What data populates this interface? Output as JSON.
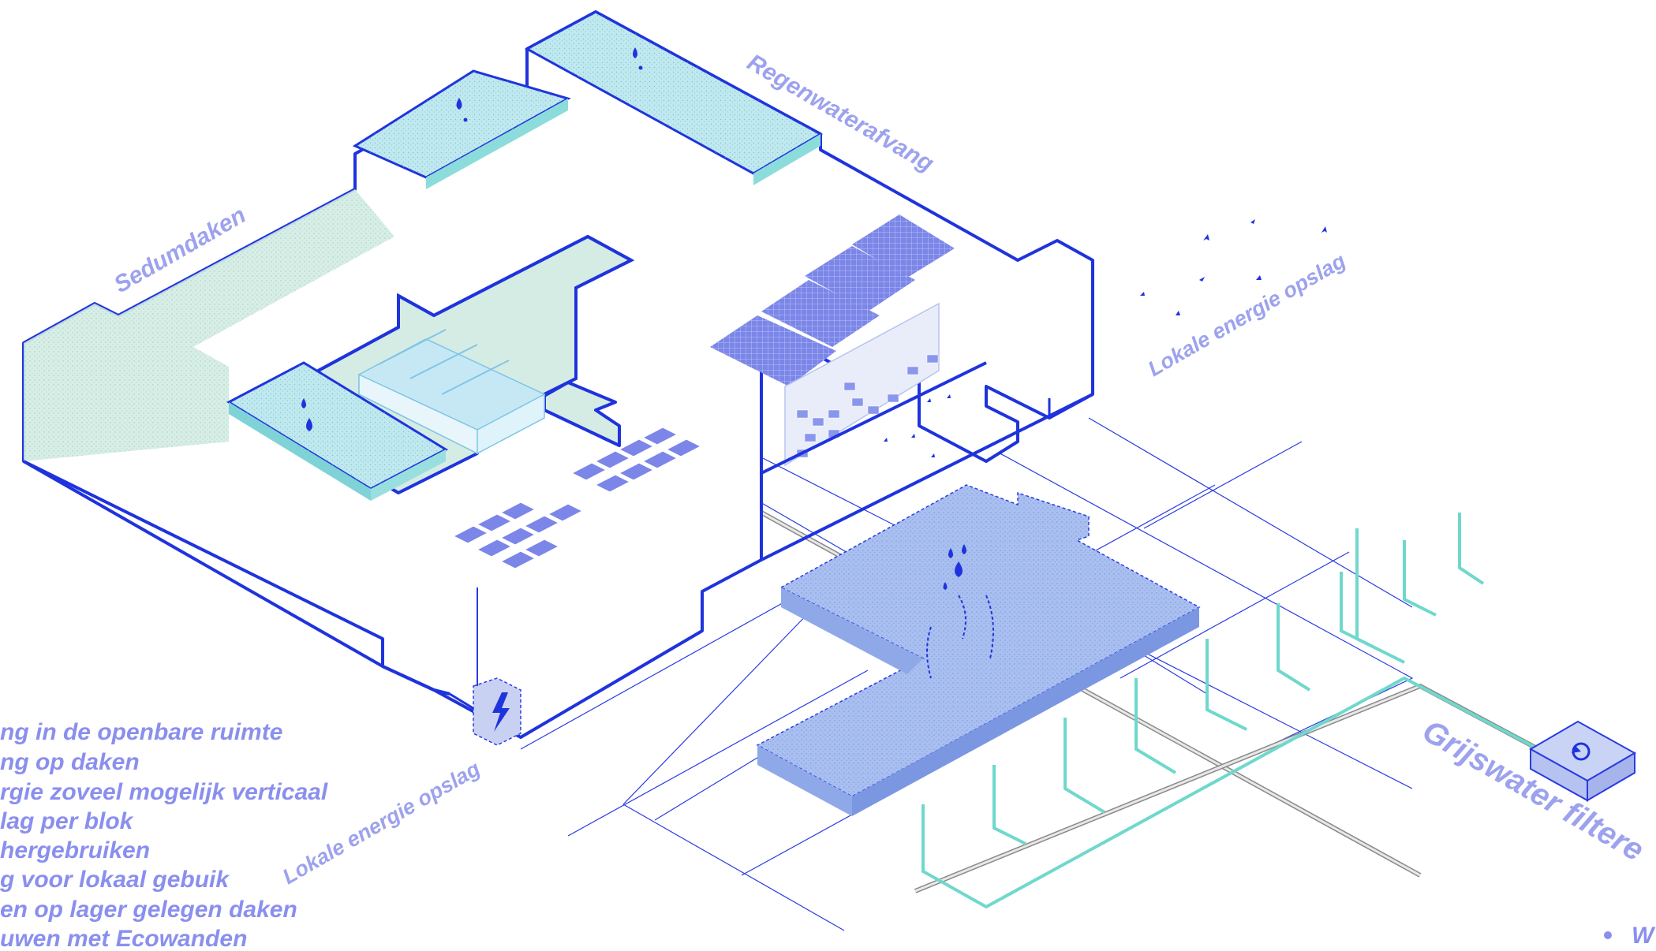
{
  "labels": {
    "regenwater": "Regenwaterafvang",
    "sedum": "Sedumdaken",
    "energy_right": "Lokale energie opslag",
    "energy_left": "Lokale energie opslag",
    "grijswater": "Grijswater filtere"
  },
  "list_items": [
    "ng in de openbare ruimte",
    "ng op daken",
    "rgie zoveel mogelijk verticaal",
    "lag per blok",
    "hergebruiken",
    "g voor lokaal gebuik",
    "en op lager gelegen daken",
    "uwen met Ecowanden"
  ],
  "bottom_right_item": "W",
  "colors": {
    "outline": "#1f33dd",
    "water_roof": "#bfe9ef",
    "sedum": "#cfe9e2",
    "pond": "#a9bff0",
    "solar": "#7b86e8",
    "pipe": "#6fd8cc",
    "label": "#9da2ee"
  },
  "icons": [
    "water-drop-icon",
    "lightning-icon",
    "recycle-icon",
    "bird-icon"
  ]
}
